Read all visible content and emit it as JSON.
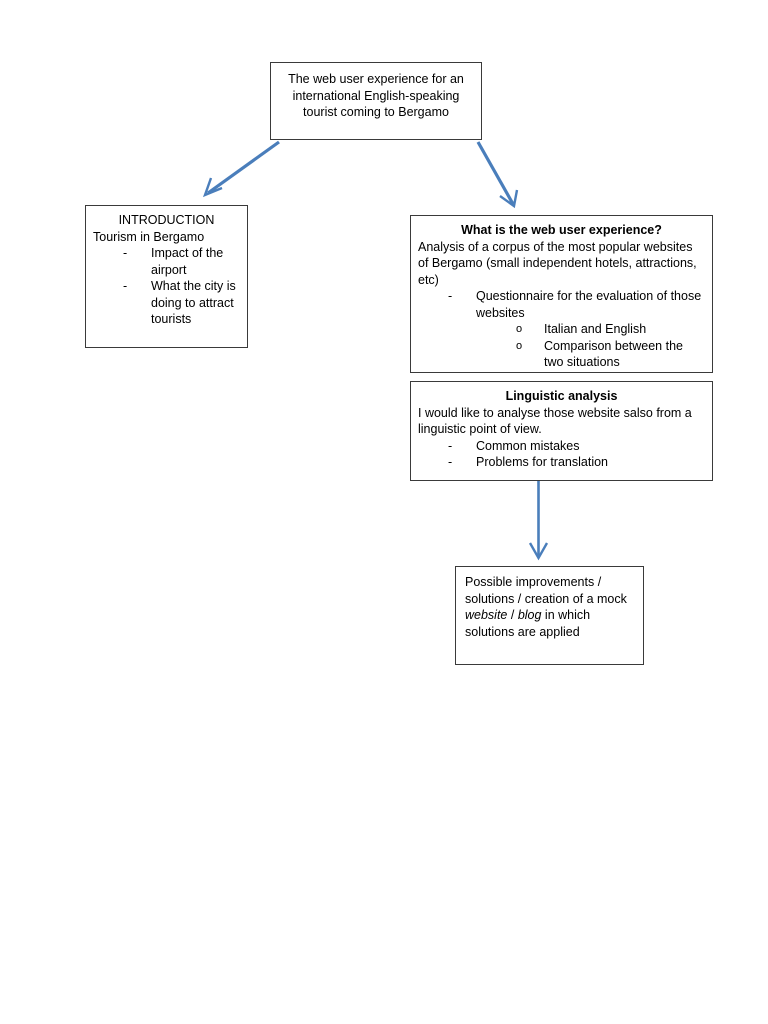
{
  "diagram": {
    "type": "flowchart",
    "accent_color": "#4a7ebb",
    "border_color": "#3a3a3a",
    "background": "#ffffff",
    "nodes": {
      "title": {
        "text": "The web user experience for an international English-speaking tourist coming to Bergamo"
      },
      "introduction": {
        "heading": "INTRODUCTION",
        "subheading": "Tourism in Bergamo",
        "bullets": [
          "Impact of the airport",
          "What the city is doing to attract tourists"
        ]
      },
      "web_user_experience": {
        "heading": "What is the web user experience?",
        "body": "Analysis of a corpus of the most popular websites of Bergamo (small independent hotels, attractions, etc)",
        "bullets": [
          {
            "text": "Questionnaire for the evaluation of those websites",
            "subbullets": [
              "Italian and English",
              "Comparison between the two situations"
            ]
          }
        ]
      },
      "linguistic_analysis": {
        "heading": "Linguistic analysis",
        "body": "I would like to analyse those website salso from a linguistic point of view.",
        "bullets": [
          "Common mistakes",
          "Problems for translation"
        ]
      },
      "improvements": {
        "text_part1": "Possible improvements / solutions / creation of a mock ",
        "text_italic1": "website",
        "text_part2": " / ",
        "text_italic2": "blog",
        "text_part3": " in which solutions are applied"
      }
    },
    "bullet_markers": {
      "level1": "-",
      "level2": "o"
    },
    "connectors": [
      {
        "from": "title",
        "to": "introduction",
        "style": "open-arrow"
      },
      {
        "from": "title",
        "to": "web_user_experience",
        "style": "open-arrow"
      },
      {
        "from": "linguistic_analysis",
        "to": "improvements",
        "style": "open-arrow"
      }
    ]
  }
}
